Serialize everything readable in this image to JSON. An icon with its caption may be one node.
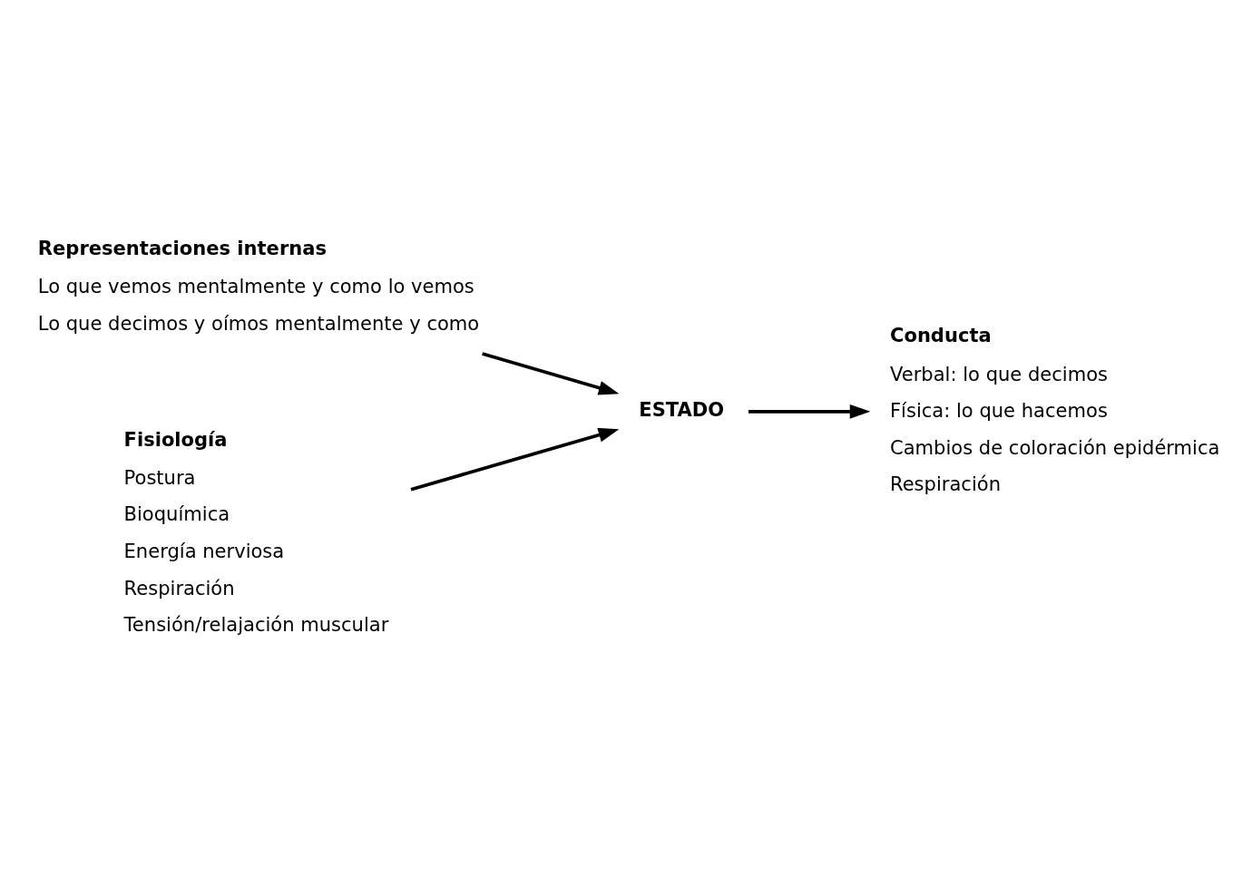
{
  "diagram": {
    "nodes": [
      {
        "text": [
          "Representaciones internas",
          "Lo que vemos mentalmente y como lo vemos",
          "Lo que decimos y oímos mentalmente y como"
        ]
      },
      {
        "text": [
          "ESTADO"
        ]
      },
      {
        "text": [
          "Conducta",
          "Verbal: lo que decimos",
          "Física: lo que hacemos",
          "Cambios de coloración epidérmica",
          "Respiración"
        ]
      },
      {
        "text": [
          "Fisiología",
          "Postura",
          "Bioquímica",
          "Energía nerviosa",
          "Respiración",
          "Tensión/relajación muscular"
        ]
      }
    ],
    "edges": [
      {
        "from": 0,
        "to": 1,
        "arrow": "to"
      },
      {
        "from": 3,
        "to": 1,
        "arrow": "to"
      },
      {
        "from": 1,
        "to": 2,
        "arrow": "to"
      }
    ]
  }
}
